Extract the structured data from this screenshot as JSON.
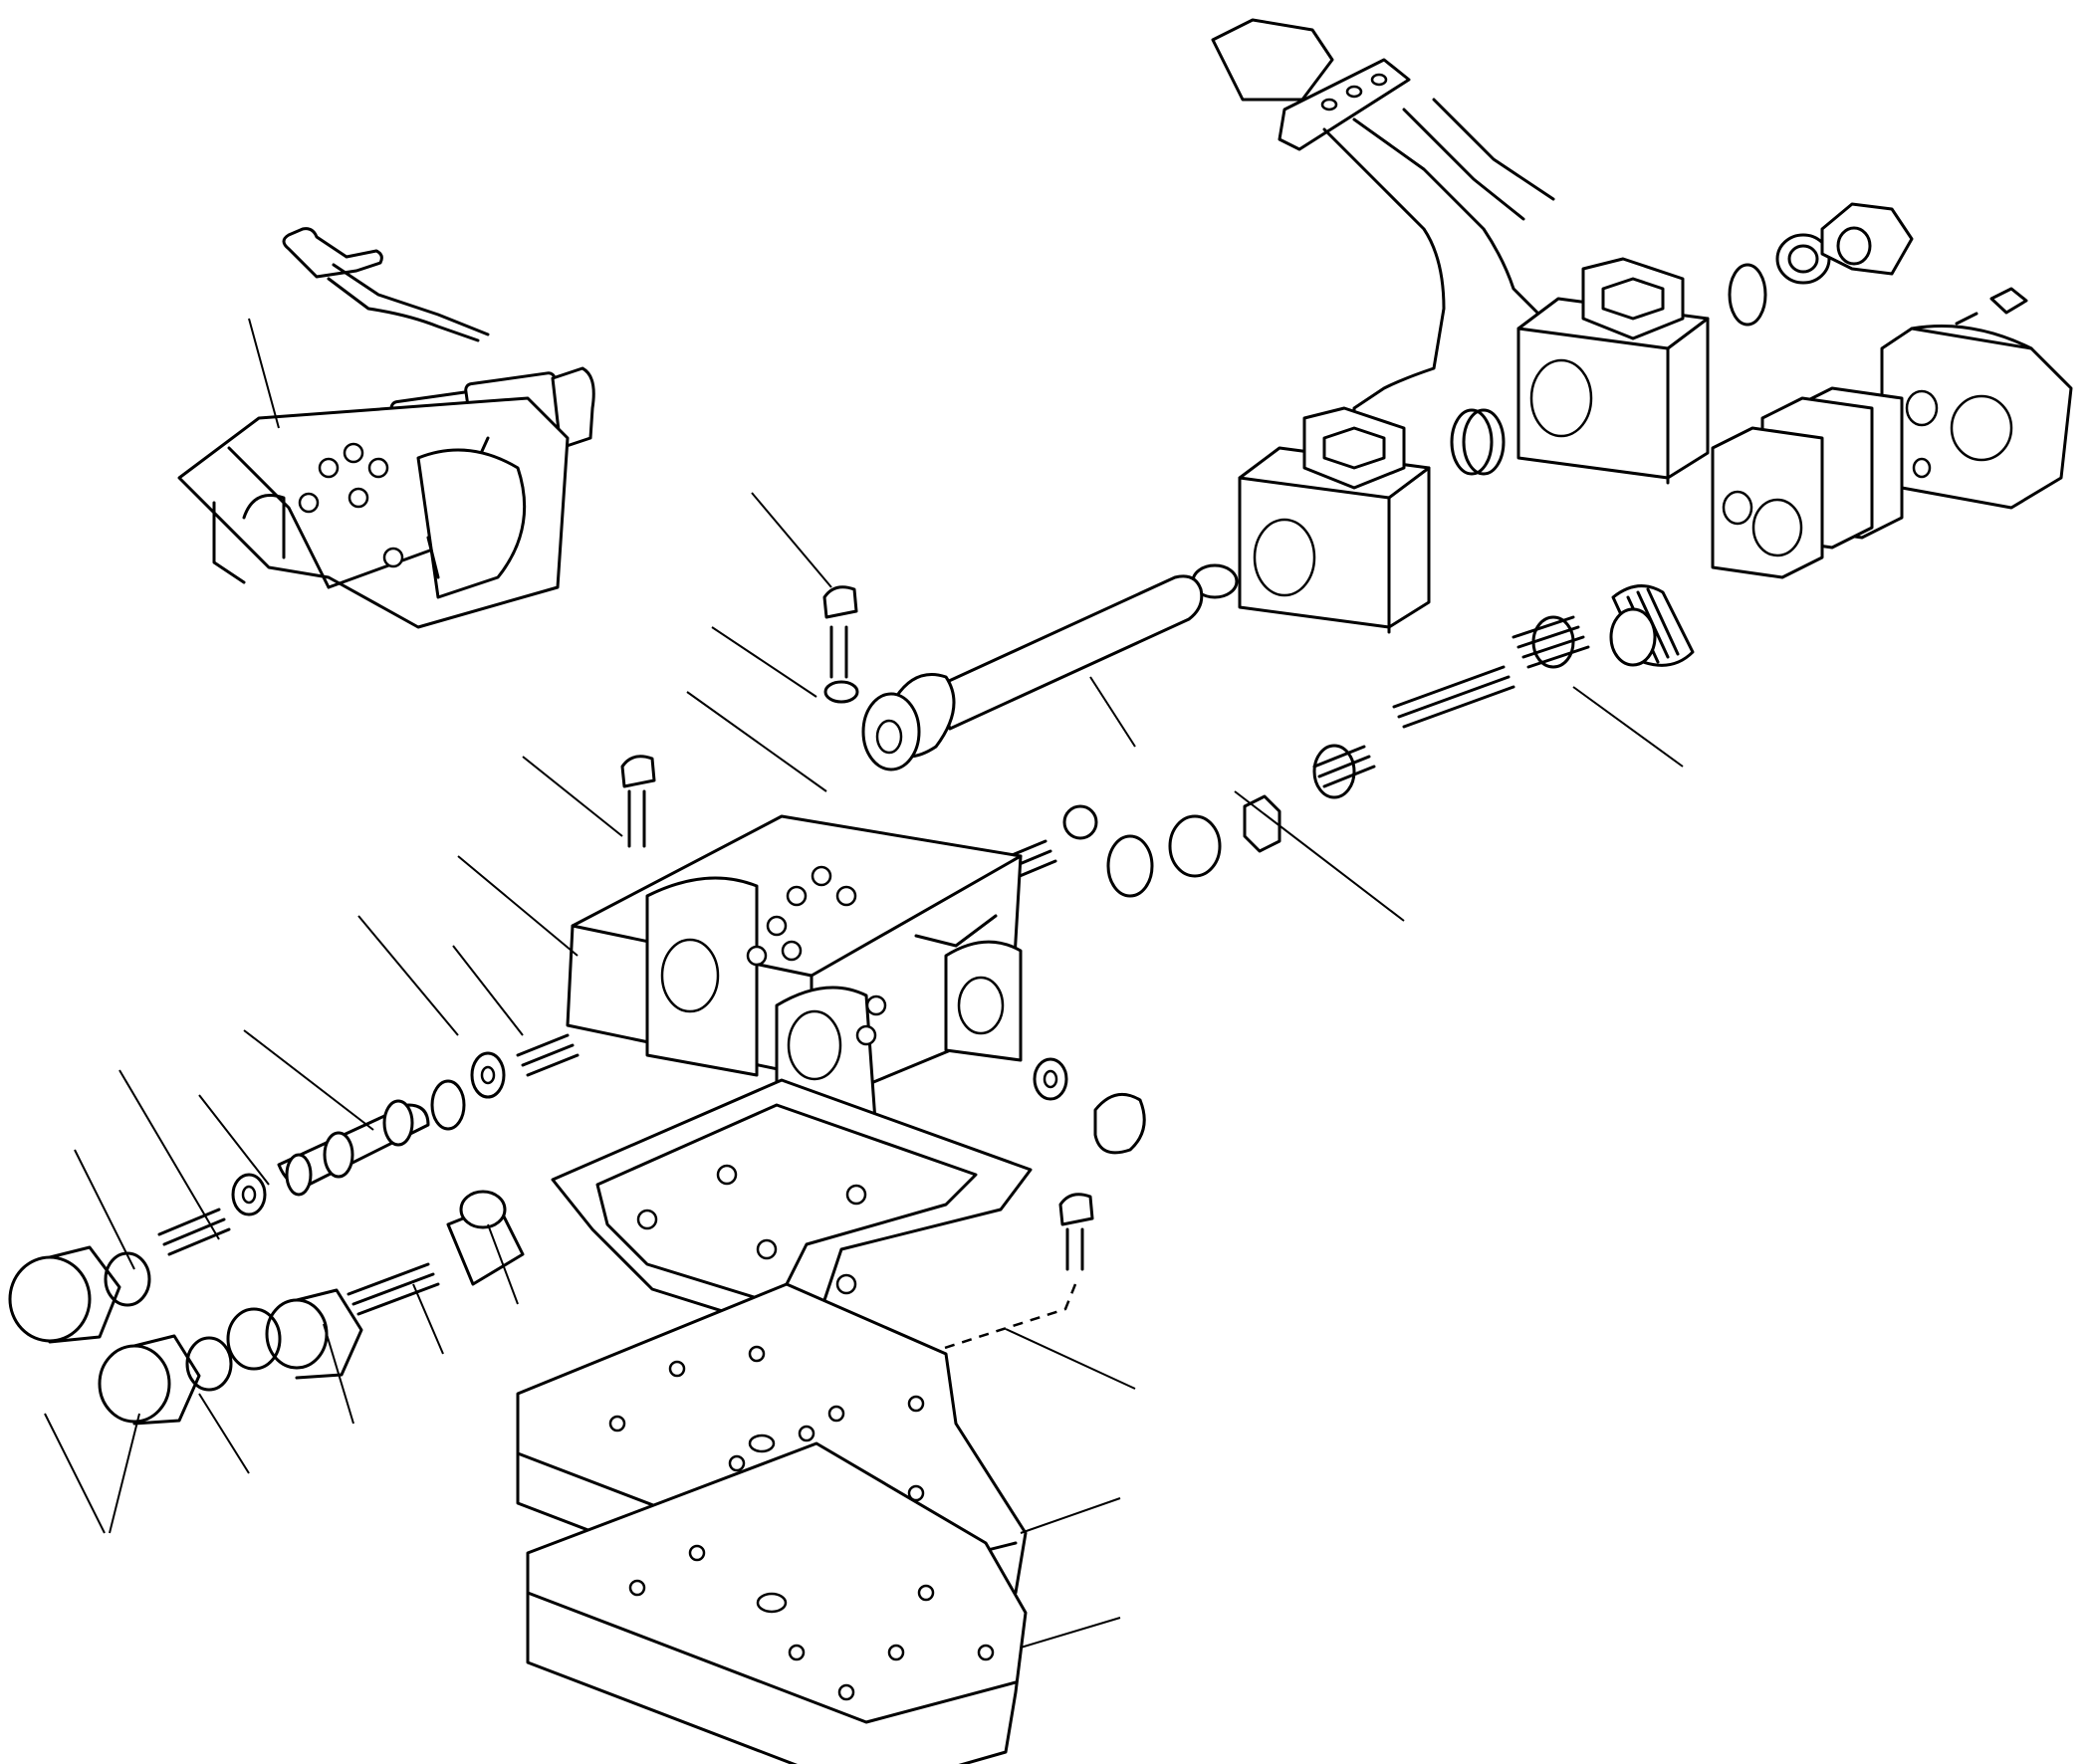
{
  "diagram": {
    "style": "exploded parts drawing, black line art on white",
    "labels": [],
    "parts": [
      "assembled-valve-block",
      "wiring-connector-top",
      "solenoid-coil-1",
      "solenoid-coil-2",
      "solenoid-stem",
      "valve-body",
      "gasket",
      "separator-plate",
      "base-plate",
      "end-cover",
      "cover-gasket-stack",
      "spool",
      "springs",
      "plugs",
      "o-rings",
      "bolts"
    ],
    "colors": {
      "line": "#000000",
      "background": "#ffffff"
    }
  }
}
